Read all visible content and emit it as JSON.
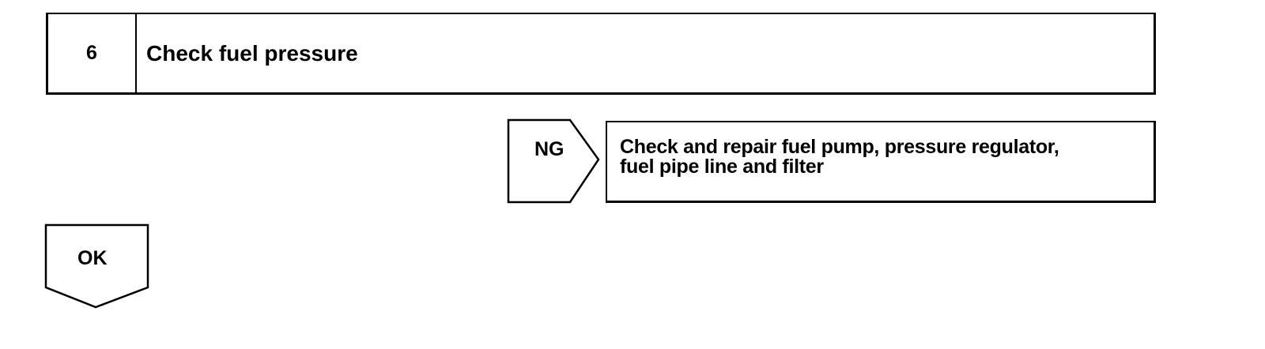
{
  "step": {
    "number": "6",
    "title": "Check fuel pressure"
  },
  "ng_branch": {
    "label": "NG",
    "action_lines": [
      "Check and repair fuel pump, pressure regulator,",
      "fuel pipe line and filter"
    ]
  },
  "ok_branch": {
    "label": "OK"
  }
}
